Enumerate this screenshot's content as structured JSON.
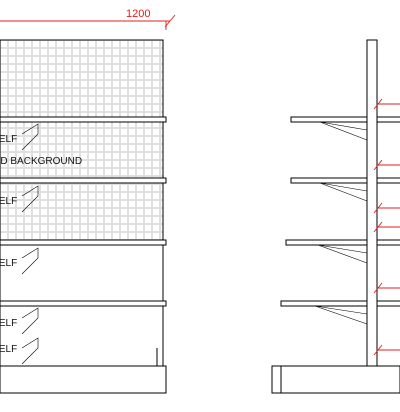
{
  "dimension": {
    "width_label": "1200"
  },
  "labels": {
    "background": "PERFORATED BACKGROUND",
    "shelf": "SHELF"
  },
  "colors": {
    "outline": "#000000",
    "dimension": "#e0201c",
    "perforation": "#d4d4d4"
  }
}
